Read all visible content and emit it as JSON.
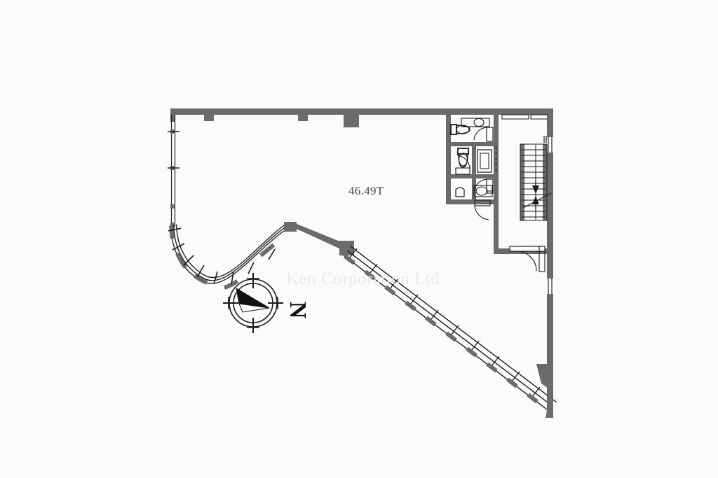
{
  "document": {
    "type": "architectural-floor-plan",
    "area_label": "46.49T",
    "watermark": "Ken Corporation Ltd",
    "compass_letter": "N",
    "background_color": "#fbfcfa",
    "wall_color": "#6b6b6b",
    "line_color": "#1a1a1a",
    "watermark_color": "#e9ebe7"
  },
  "rooms": [
    {
      "name": "main-office-space",
      "label": "46.49T"
    },
    {
      "name": "elevator-lobby",
      "label": ""
    },
    {
      "name": "stairwell",
      "label": ""
    },
    {
      "name": "restroom-upper",
      "label": ""
    },
    {
      "name": "restroom-middle",
      "label": ""
    },
    {
      "name": "restroom-lower",
      "label": ""
    }
  ],
  "features": {
    "curved_curtain_wall": "south-west curved glazing with mullions",
    "diagonal_curtain_wall": "south-east diagonal glazing with 10 mullion bays",
    "left_window_wall": "west glazing with mullions",
    "right_solid_wall": "east bearing wall with two window slots",
    "top_wall_pilasters": 3,
    "stair_direction_up": "UP",
    "stair_direction_down": "DOWN",
    "stair_treads": 14,
    "doors": 5,
    "fixtures": [
      "toilet",
      "toilet",
      "sink",
      "sink",
      "sink",
      "duct-shaft"
    ]
  }
}
